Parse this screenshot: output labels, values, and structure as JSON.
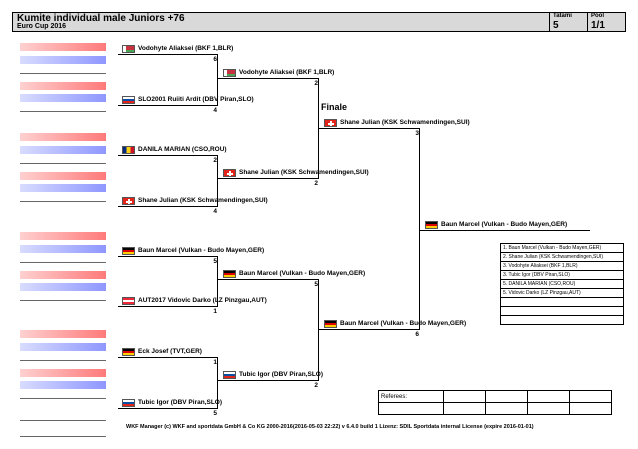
{
  "header": {
    "title": "Kumite individual male Juniors +76",
    "subtitle": "Euro Cup 2016",
    "tatami_label": "Tatami",
    "tatami_value": "5",
    "pool_label": "Pool",
    "pool_value": "1/1"
  },
  "round1": [
    {
      "name": "Vodohyte Aliaksei (BKF 1,BLR)",
      "score": "6",
      "flag": "blr"
    },
    {
      "name": "SLO2001 Ruiiti Ardit (DBV Piran,SLO)",
      "score": "4",
      "flag": "slo"
    },
    {
      "name": "DANILA MARIAN (CSO,ROU)",
      "score": "2",
      "flag": "rou"
    },
    {
      "name": "Shane Julian (KSK Schwamendingen,SUI)",
      "score": "4",
      "flag": "sui"
    },
    {
      "name": "Baun Marcel (Vulkan - Budo Mayen,GER)",
      "score": "5",
      "flag": "ger"
    },
    {
      "name": "AUT2017 Vidovic Darko (LZ Pinzgau,AUT)",
      "score": "1",
      "flag": "aut"
    },
    {
      "name": "Eck Josef (TVT,GER)",
      "score": "1",
      "flag": "ger"
    },
    {
      "name": "Tubic Igor (DBV Piran,SLO)",
      "score": "5",
      "flag": "slo"
    }
  ],
  "round2": [
    {
      "name": "Vodohyte Aliaksei (BKF 1,BLR)",
      "score": "2",
      "flag": "blr"
    },
    {
      "name": "Shane Julian (KSK Schwamendingen,SUI)",
      "score": "2",
      "flag": "sui"
    },
    {
      "name": "Baun Marcel (Vulkan - Budo Mayen,GER)",
      "score": "5",
      "flag": "ger"
    },
    {
      "name": "Tubic Igor (DBV Piran,SLO)",
      "score": "2",
      "flag": "slo"
    }
  ],
  "finale_label": "Finale",
  "round3": [
    {
      "name": "Shane Julian (KSK Schwamendingen,SUI)",
      "score": "3",
      "flag": "sui"
    },
    {
      "name": "Baun Marcel (Vulkan - Budo Mayen,GER)",
      "score": "6",
      "flag": "ger"
    }
  ],
  "winner": {
    "name": "Baun Marcel (Vulkan - Budo Mayen,GER)",
    "flag": "ger"
  },
  "results": [
    "1. Baun Marcel (Vulkan - Budo Mayen,GER)",
    "2. Shane Julian (KSK Schwamendingen,SUI)",
    "3. Vodohyte Aliaksei (BKF 1,BLR)",
    "3. Tubic Igor (DBV Piran,SLO)",
    "5. DANILA MARIAN (CSO,ROU)",
    "5. Vidovic Darko (LZ Pinzgau,AUT)",
    "",
    "",
    ""
  ],
  "referees_label": "Referees:",
  "footer": "WKF Manager (c) WKF and sportdata GmbH & Co KG 2000-2016(2016-05-03 22:22) v 6.4.0 build 1 Lizenz: SDIL Sportdata internal License (expire 2016-01-01)"
}
